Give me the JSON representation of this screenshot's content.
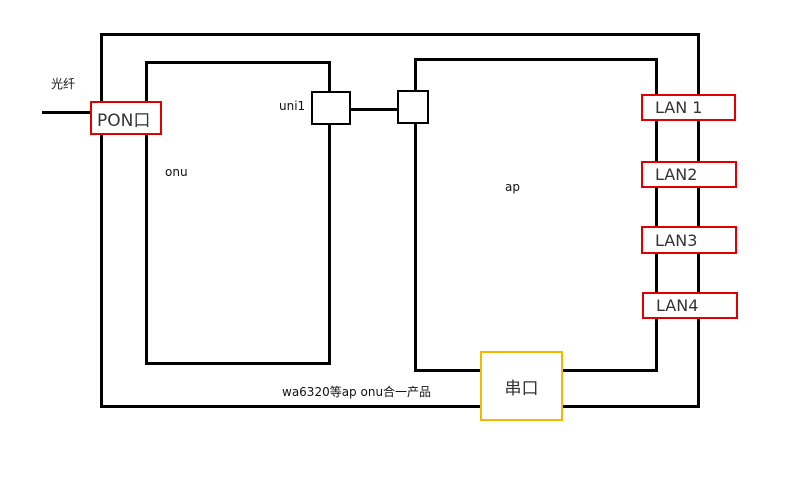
{
  "labels": {
    "fiber": "光纤",
    "pon_port": "PON口",
    "onu": "onu",
    "uni1": "uni1",
    "ap": "ap",
    "product": "wa6320等ap onu合一产品",
    "serial_port": "串口"
  },
  "lan_ports": [
    "LAN 1",
    "LAN2",
    "LAN3",
    "LAN4"
  ],
  "colors": {
    "outline": "#000000",
    "port_highlight": "#e00000",
    "serial_highlight": "#f5b800"
  }
}
